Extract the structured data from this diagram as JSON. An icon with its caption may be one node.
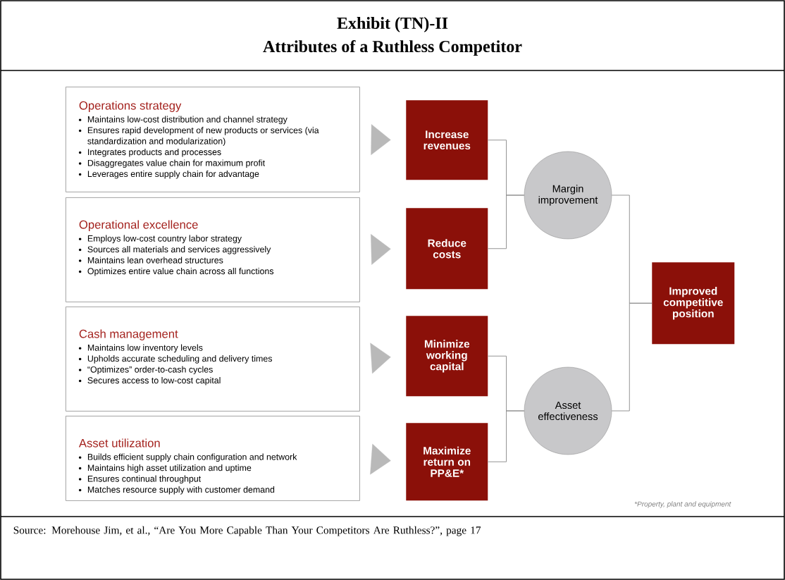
{
  "diagram": {
    "title": "Exhibit (TN)-II",
    "nodes": [
      {
        "text": [
          "Operations strategy",
          "Maintains low-cost distribution and channel strategy",
          "Ensures rapid development of new products or services (via standardization and modularization)",
          "Integrates products and processes",
          "Disaggregates value chain for maximum profit",
          "Leverages entire supply chain for advantage"
        ]
      },
      {
        "text": [
          "Operational excellence",
          "Employs low-cost country labor strategy",
          "Sources all materials and services aggressively",
          "Maintains lean overhead structures",
          "Optimizes entire value chain across all functions"
        ]
      },
      {
        "text": [
          "Cash management",
          "Maintains low inventory levels",
          "Upholds accurate scheduling and delivery times",
          "“Optimizes” order-to-cash cycles",
          "Secures access to low-cost capital"
        ]
      },
      {
        "text": [
          "Asset utilization",
          "Builds efficient supply chain configuration and network",
          "Maintains high asset utilization and uptime",
          "Ensures continual throughput",
          "Matches resource supply with customer demand"
        ]
      },
      {
        "text": [
          "Increase revenues"
        ]
      },
      {
        "text": [
          "Reduce costs"
        ]
      },
      {
        "text": [
          "Minimize working capital"
        ]
      },
      {
        "text": [
          "Maximize return on PP&E*"
        ]
      },
      {
        "text": [
          "Margin improvement"
        ]
      },
      {
        "text": [
          "Asset effectiveness"
        ]
      },
      {
        "text": [
          "Improved competitive position"
        ]
      }
    ],
    "edges": [
      {
        "from": 0,
        "to": 4,
        "arrow": "to"
      },
      {
        "from": 1,
        "to": 5,
        "arrow": "to"
      },
      {
        "from": 2,
        "to": 6,
        "arrow": "to"
      },
      {
        "from": 3,
        "to": 7,
        "arrow": "to"
      },
      {
        "from": 4,
        "to": 8,
        "arrow": "none"
      },
      {
        "from": 5,
        "to": 8,
        "arrow": "none"
      },
      {
        "from": 6,
        "to": 9,
        "arrow": "none"
      },
      {
        "from": 7,
        "to": 9,
        "arrow": "none"
      },
      {
        "from": 8,
        "to": 10,
        "arrow": "none"
      },
      {
        "from": 9,
        "to": 10,
        "arrow": "none"
      }
    ],
    "labels": [
      "Attributes of a Ruthless Competitor",
      "*Property, plant and equipment"
    ],
    "caption": "Source: Morehouse Jim, et al., “Are You More Capable Than Your Competitors Are Ruthless?”, page 17"
  }
}
